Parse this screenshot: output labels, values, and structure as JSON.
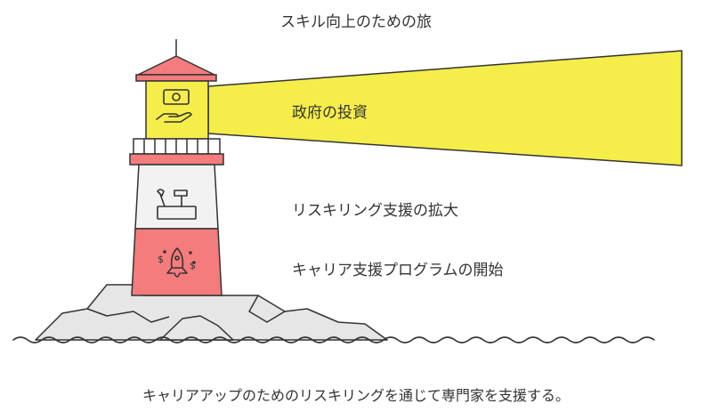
{
  "title": "スキル向上のための旅",
  "levels": [
    {
      "label": "政府の投資",
      "icon": "money-hand-icon"
    },
    {
      "label": "リスキリング支援の拡大",
      "icon": "tools-box-icon"
    },
    {
      "label": "キャリア支援プログラムの開始",
      "icon": "rocket-dollar-icon"
    }
  ],
  "caption": "キャリアアップのためのリスキリングを通じて専門家を支援する。",
  "colors": {
    "light": "#f5ed4a",
    "lantern": "#f5ed4a",
    "roof": "#f47c7c",
    "band": "#f47c7c",
    "upper": "#f2f2f2",
    "rocks": "#e6e6e6",
    "outline": "#333333"
  }
}
